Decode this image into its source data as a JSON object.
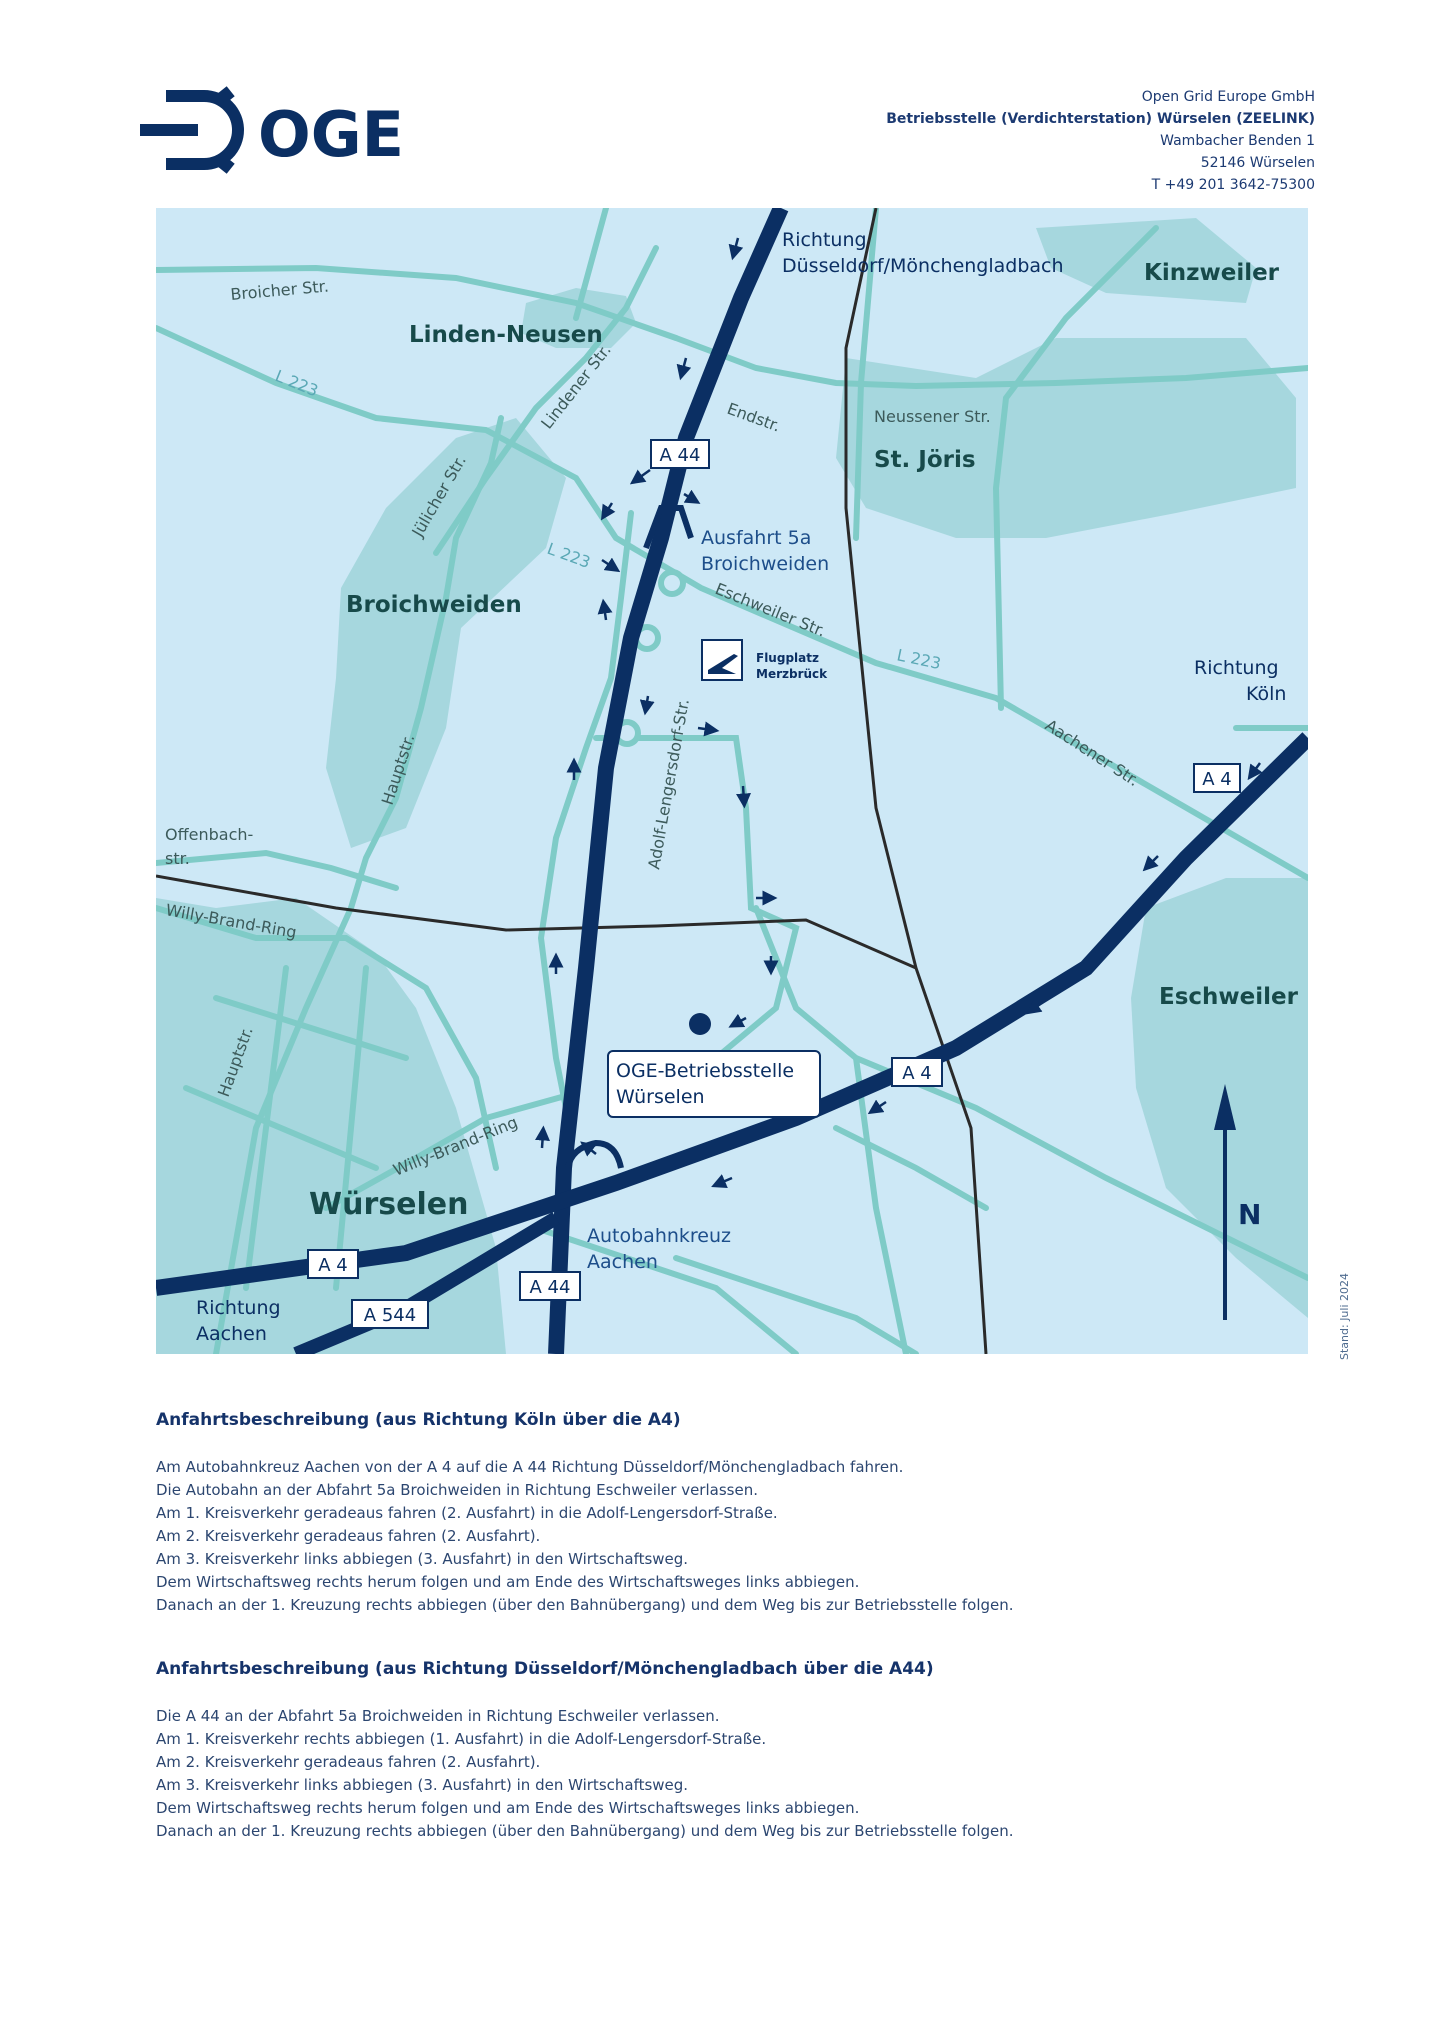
{
  "brand": {
    "name": "OGE",
    "color": "#0b2f63"
  },
  "address": {
    "company": "Open Grid Europe GmbH",
    "site": "Betriebsstelle (Verdichterstation) Würselen (ZEELINK)",
    "street": "Wambacher Benden 1",
    "city": "52146 Würselen",
    "phone": "T +49 201 3642-75300"
  },
  "map": {
    "colors": {
      "background": "#cde8f6",
      "settlement": "#a6d7de",
      "road": "#7fcbc7",
      "motorway": "#0b2f63",
      "rail": "#2a2a2a"
    },
    "places": {
      "linden_neusen": "Linden-Neusen",
      "kinzweiler": "Kinzweiler",
      "st_joeris": "St. Jöris",
      "broichweiden": "Broichweiden",
      "eschweiler": "Eschweiler",
      "wuerselen": "Würselen"
    },
    "streets": {
      "broicher": "Broicher Str.",
      "l223_a": "L 223",
      "l223_b": "L 223",
      "l223_c": "L 223",
      "lindener": "Lindener Str.",
      "endstr": "Endstr.",
      "neussener": "Neussener Str.",
      "juelicher": "Jülicher Str.",
      "eschweiler_str": "Eschweiler Str.",
      "adolf": "Adolf-Lengersdorf-Str.",
      "aachener": "Aachener Str.",
      "hauptstr_a": "Hauptstr.",
      "hauptstr_b": "Hauptstr.",
      "offenbach_1": "Offenbach-",
      "offenbach_2": "str.",
      "willy_brandt_a": "Willy-Brand-Ring",
      "willy_brandt_b": "Willy-Brand-Ring"
    },
    "directions_labels": {
      "dus_1": "Richtung",
      "dus_2": "Düsseldorf/Mönchengladbach",
      "koeln_1": "Richtung",
      "koeln_2": "Köln",
      "aachen_1": "Richtung",
      "aachen_2": "Aachen"
    },
    "exit": {
      "line1": "Ausfahrt 5a",
      "line2": "Broichweiden"
    },
    "airfield": {
      "line1": "Flugplatz",
      "line2": "Merzbrück"
    },
    "interchange": {
      "line1": "Autobahnkreuz",
      "line2": "Aachen"
    },
    "site_box": {
      "line1": "OGE-Betriebsstelle",
      "line2": "Würselen"
    },
    "shields": {
      "a44_top": "A 44",
      "a44_bottom": "A 44",
      "a4_east": "A 4",
      "a4_mid": "A 4",
      "a4_west": "A 4",
      "a544": "A 544"
    },
    "north": "N"
  },
  "stand": "Stand: Juli 2024",
  "directions": [
    {
      "heading": "Anfahrtsbeschreibung (aus Richtung Köln über die A4)",
      "steps": [
        "Am Autobahnkreuz Aachen von der A 4 auf die A 44 Richtung Düsseldorf/Mönchengladbach fahren.",
        "Die Autobahn an der Abfahrt 5a Broichweiden in Richtung Eschweiler verlassen.",
        "Am 1. Kreisverkehr geradeaus fahren (2. Ausfahrt) in die Adolf-Lengersdorf-Straße.",
        "Am 2. Kreisverkehr geradeaus fahren (2. Ausfahrt).",
        "Am 3. Kreisverkehr links abbiegen (3. Ausfahrt) in den Wirtschaftsweg.",
        "Dem Wirtschaftsweg rechts herum folgen und am Ende des Wirtschaftsweges links abbiegen.",
        "Danach an der 1. Kreuzung rechts abbiegen (über den Bahnübergang) und dem Weg bis zur Betriebsstelle folgen."
      ]
    },
    {
      "heading": "Anfahrtsbeschreibung (aus Richtung Düsseldorf/Mönchengladbach über die A44)",
      "steps": [
        "Die A 44 an der Abfahrt 5a Broichweiden in Richtung Eschweiler verlassen.",
        "Am 1. Kreisverkehr rechts abbiegen (1. Ausfahrt) in die Adolf-Lengersdorf-Straße.",
        "Am 2. Kreisverkehr geradeaus fahren (2. Ausfahrt).",
        "Am 3. Kreisverkehr links abbiegen (3. Ausfahrt) in den Wirtschaftsweg.",
        "Dem Wirtschaftsweg rechts herum folgen und am Ende des Wirtschaftsweges links abbiegen.",
        "Danach an der 1. Kreuzung rechts abbiegen (über den Bahnübergang) und dem Weg bis zur Betriebsstelle folgen."
      ]
    }
  ]
}
